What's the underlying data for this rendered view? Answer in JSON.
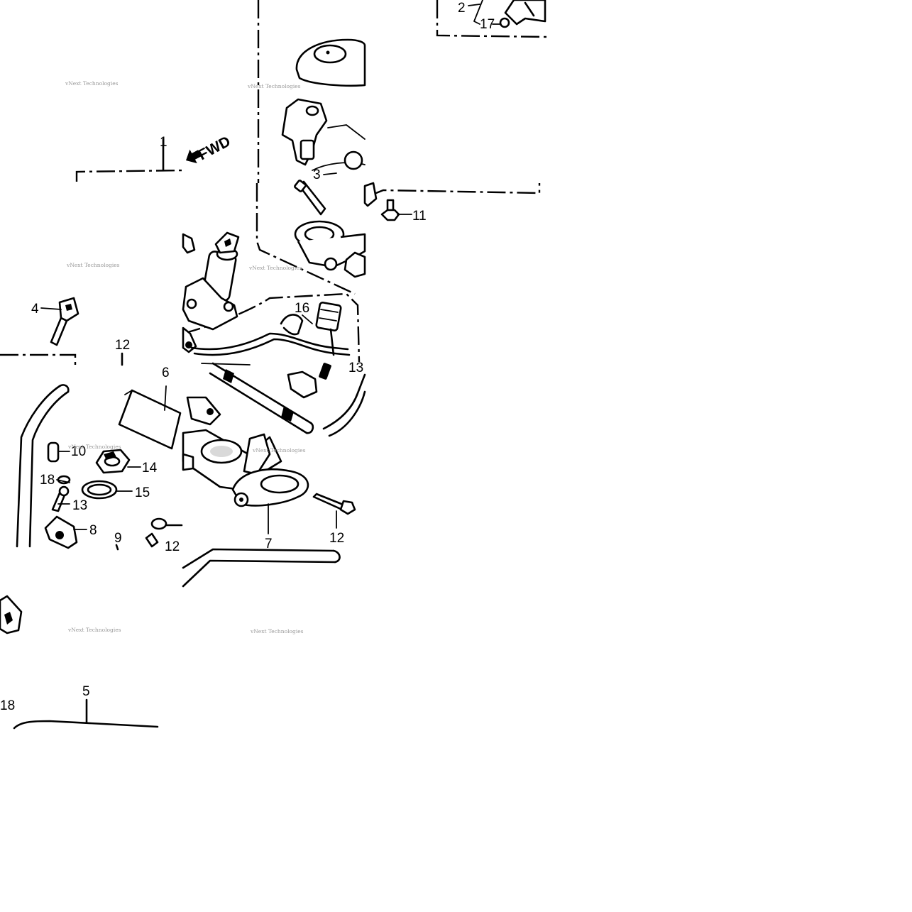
{
  "diagram": {
    "direction_label": "FWD",
    "watermark": "vNext Technologies",
    "callouts": {
      "c1": "1",
      "c2": "2",
      "c3": "3",
      "c4": "4",
      "c5": "5",
      "c6": "6",
      "c7": "7",
      "c8": "8",
      "c9": "9",
      "c10": "10",
      "c11": "11",
      "c12a": "12",
      "c12b": "12",
      "c12c": "12",
      "c13a": "13",
      "c13b": "13",
      "c14": "14",
      "c15": "15",
      "c16": "16",
      "c17": "17",
      "c18a": "18",
      "c18b": "18"
    }
  }
}
